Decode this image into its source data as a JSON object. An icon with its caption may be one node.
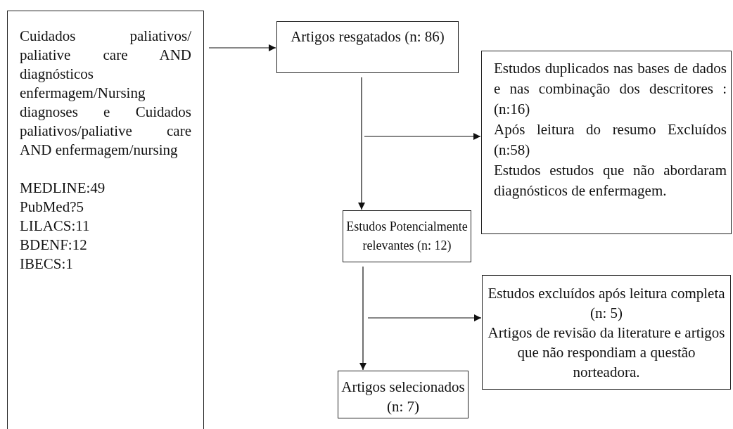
{
  "diagram": {
    "nodes": [
      {
        "text": [
          "Cuidados paliativos/ paliative care AND diagnósticos enfermagem/Nursing diagnoses e Cuidados paliativos/paliative care AND enfermagem/nursing",
          "MEDLINE:49",
          "PubMed?5",
          "LILACS:11",
          "BDENF:12",
          "IBECS:1"
        ]
      },
      {
        "text": [
          "Artigos resgatados (n: 86)"
        ]
      },
      {
        "text": [
          "Estudos duplicados nas bases de dados e nas combinação dos descritores : (n:16)",
          "Após leitura do resumo Excluídos (n:58)",
          "Estudos estudos que não abordaram diagnósticos de enfermagem."
        ]
      },
      {
        "text": [
          "Estudos Potencialmente relevantes (n: 12)"
        ]
      },
      {
        "text": [
          "Estudos excluídos após leitura completa (n: 5)",
          "Artigos de revisão da literature e artigos que não respondiam a questão norteadora."
        ]
      },
      {
        "text": [
          "Artigos selecionados (n: 7)"
        ]
      }
    ],
    "edges": [
      {
        "from": 0,
        "to": 1,
        "arrow": "to"
      },
      {
        "from": 1,
        "to": 3,
        "arrow": "to"
      },
      {
        "from": null,
        "to": 2,
        "arrow": "to"
      },
      {
        "from": 3,
        "to": 5,
        "arrow": "to"
      },
      {
        "from": null,
        "to": 4,
        "arrow": "to"
      }
    ]
  }
}
